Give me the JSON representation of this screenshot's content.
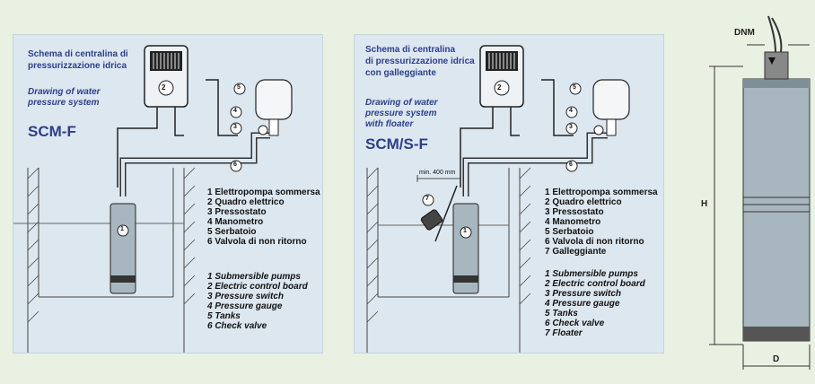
{
  "panel_scmf": {
    "title_it": [
      "Schema di centralina di",
      "pressurizzazione idrica"
    ],
    "title_en": [
      "Drawing of water",
      "pressure system"
    ],
    "model": "SCM-F",
    "legend_it": [
      "1 Elettropompa sommersa",
      "2 Quadro elettrico",
      "3 Pressostato",
      "4 Manometro",
      "5 Serbatoio",
      "6 Valvola di non ritorno"
    ],
    "legend_en": [
      "1 Submersible pumps",
      "2 Electric control board",
      "3 Pressure switch",
      "4 Pressure gauge",
      "5 Tanks",
      "6 Check valve"
    ],
    "callouts": [
      "1",
      "2",
      "3",
      "4",
      "5",
      "6"
    ]
  },
  "panel_scmsf": {
    "title_it": [
      "Schema di centralina",
      "di pressurizzazione idrica",
      "con galleggiante"
    ],
    "title_en": [
      "Drawing of water",
      "pressure system",
      "with floater"
    ],
    "model": "SCM/S-F",
    "min_label": "min. 400 mm",
    "legend_it": [
      "1 Elettropompa sommersa",
      "2 Quadro elettrico",
      "3 Pressostato",
      "4 Manometro",
      "5 Serbatoio",
      "6 Valvola di non ritorno",
      "7 Galleggiante"
    ],
    "legend_en": [
      "1 Submersible pumps",
      "2 Electric control board",
      "3 Pressure switch",
      "4 Pressure gauge",
      "5 Tanks",
      "6 Check valve",
      "7 Floater"
    ],
    "callouts": [
      "1",
      "2",
      "3",
      "4",
      "5",
      "6",
      "7"
    ]
  },
  "motor_drawing": {
    "dnm_label": "DNM",
    "h_label": "H",
    "d_label": "D"
  },
  "colors": {
    "background": "#e9f2e2",
    "panel": "#dde7ef",
    "heading": "#2c3f8c",
    "pump_body": "#a8b7bf"
  }
}
